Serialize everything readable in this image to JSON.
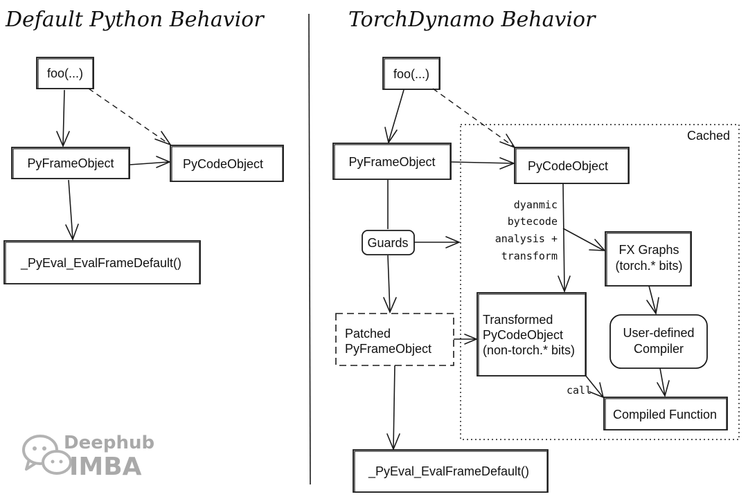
{
  "titles": {
    "left": "Default Python Behavior",
    "right": "TorchDynamo Behavior"
  },
  "left": {
    "foo": "foo(...)",
    "frame": "PyFrameObject",
    "code": "PyCodeObject",
    "eval": "_PyEval_EvalFrameDefault()"
  },
  "right": {
    "foo": "foo(...)",
    "frame": "PyFrameObject",
    "code": "PyCodeObject",
    "guards": "Guards",
    "patched_line1": "Patched",
    "patched_line2": "PyFrameObject",
    "eval": "_PyEval_EvalFrameDefault()",
    "cached": "Cached",
    "analysis_lines": [
      "dyanmic",
      "bytecode",
      "analysis +",
      "transform"
    ],
    "fx_line1": "FX Graphs",
    "fx_line2": "(torch.* bits)",
    "transformed_line1": "Transformed",
    "transformed_line2": "PyCodeObject",
    "transformed_line3": "(non-torch.* bits)",
    "user_line1": "User-defined",
    "user_line2": "Compiler",
    "compiled": "Compiled Function",
    "call": "call"
  },
  "watermark": {
    "line1": "Deephub",
    "line2": "IMBA"
  }
}
